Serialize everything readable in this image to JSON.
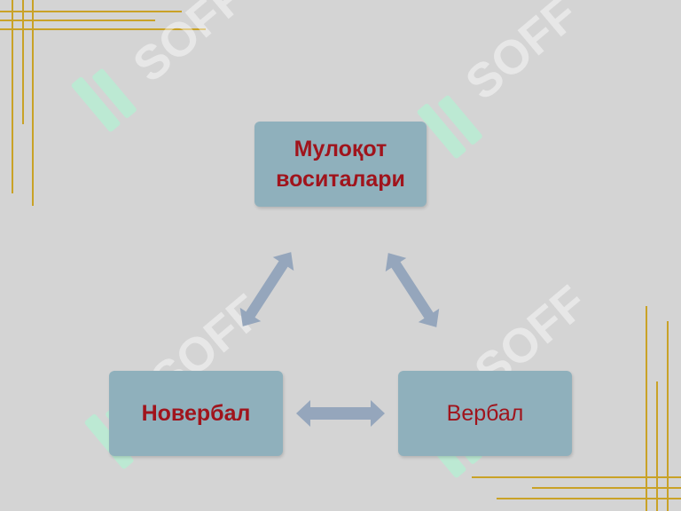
{
  "diagram": {
    "top_node": {
      "line1": "Мулоқот",
      "line2": "воситалари",
      "color": "#a0141c"
    },
    "left_node": {
      "label": "Новербал",
      "color": "#a0141c"
    },
    "right_node": {
      "label": "Вербал",
      "color": "#a0141c"
    },
    "node_fill": "#8fb0bc",
    "arrow_fill": "#95a6bc",
    "background": "#d4d4d4",
    "border_accent": "#c9a227"
  },
  "watermark": {
    "text": "SOFF"
  }
}
